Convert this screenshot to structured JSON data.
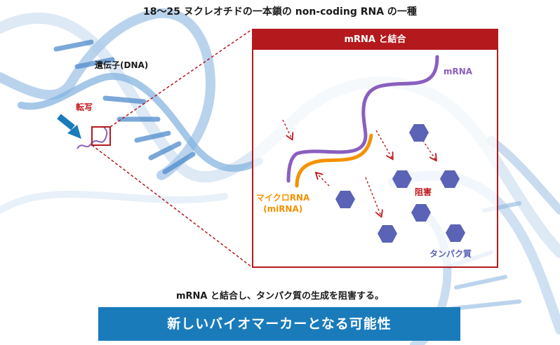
{
  "top_title": "18〜25 ヌクレオチドの一本鎖の non-coding RNA の一種",
  "dna_label": "遺伝子(DNA)",
  "transcription_label": "転写",
  "panel": {
    "header": "mRNA と結合",
    "mrna_label": "mRNA",
    "mirna_label_line1": "マイクロRNA",
    "mirna_label_line2": "(miRNA)",
    "inhibition_label": "阻害",
    "protein_label": "タンパク質"
  },
  "bottom_text": "mRNA と結合し、タンパク質の生成を阻害する。",
  "banner_text": "新しいバイオマーカーとなる可能性",
  "colors": {
    "accent_red": "#b4191d",
    "mrna_purple": "#8a5fbf",
    "mirna_orange": "#f39200",
    "protein_blue": "#5a63b5",
    "banner_blue": "#1a7bbb"
  }
}
